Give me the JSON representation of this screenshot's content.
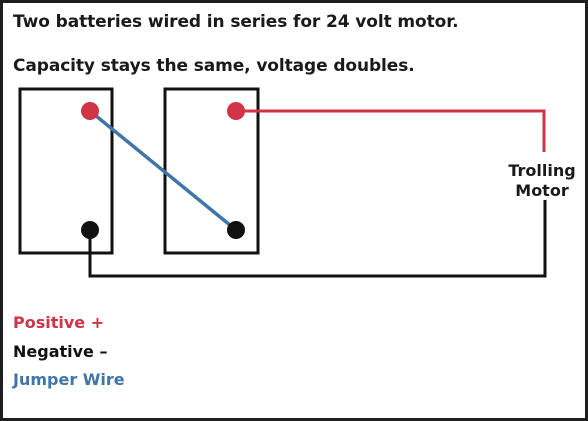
{
  "title": "Two batteries wired in series for 24 volt motor.",
  "subtitle": "Capacity stays the same, voltage doubles.",
  "motor": {
    "line1": "Trolling",
    "line2": "Motor"
  },
  "legend": {
    "positive": "Positive +",
    "negative": "Negative –",
    "jumper": "Jumper Wire"
  },
  "colors": {
    "positive": "#d13447",
    "negative": "#111111",
    "jumper": "#3f75a8",
    "text": "#1a1a1a"
  }
}
